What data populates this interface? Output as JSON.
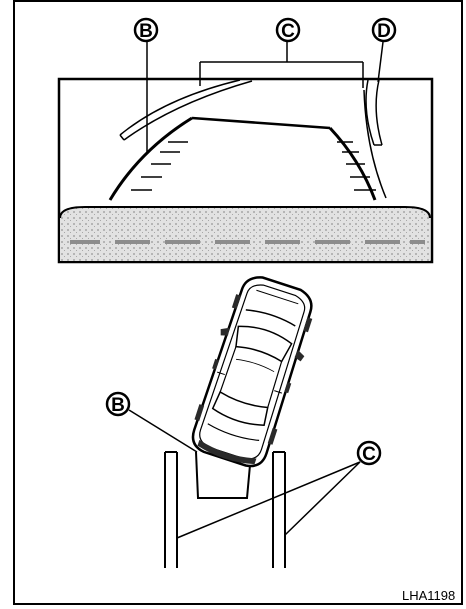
{
  "figure": {
    "code": "LHA1198"
  },
  "callouts": {
    "b_top": "B",
    "c_top": "C",
    "d_top": "D",
    "b_bottom": "B",
    "c_bottom": "C"
  },
  "colors": {
    "line": "#000000",
    "background": "#ffffff",
    "ground_band": "#d9d9d9",
    "car_dark": "#2a2a2a"
  }
}
